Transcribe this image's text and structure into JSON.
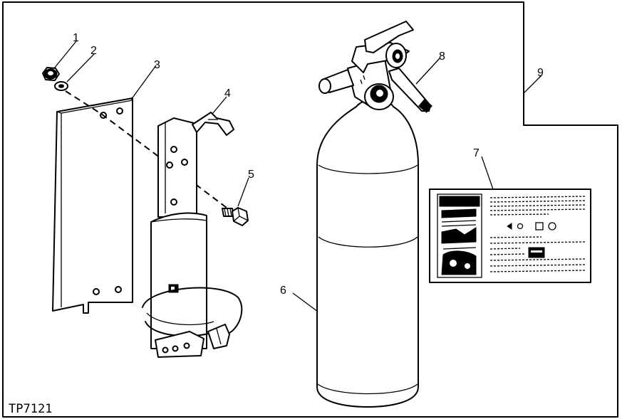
{
  "figure_id": "TP7121",
  "callouts": [
    "1",
    "2",
    "3",
    "4",
    "5",
    "6",
    "7",
    "8",
    "9"
  ],
  "colors": {
    "line": "#000000",
    "background": "#ffffff"
  }
}
